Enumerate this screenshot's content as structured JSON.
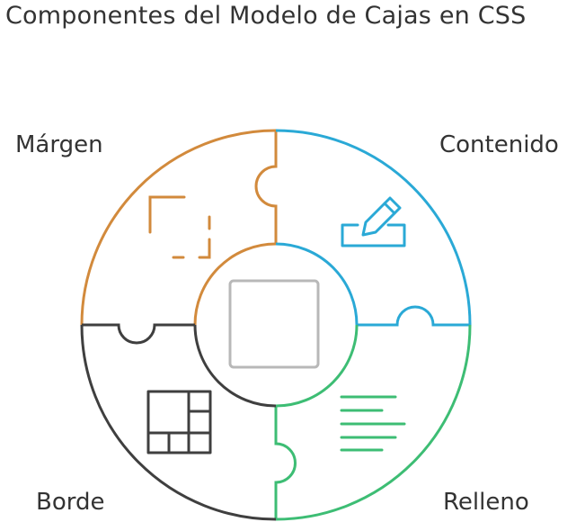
{
  "title": "Componentes del Modelo de Cajas en CSS",
  "labels": {
    "margin": "Márgen",
    "content": "Contenido",
    "border": "Borde",
    "padding": "Relleno"
  },
  "colors": {
    "margin": "#d28a3c",
    "content": "#2aa9d6",
    "border": "#3f3f3f",
    "padding": "#3dbd74",
    "center_box": "#b8b8b8",
    "text": "#333333"
  },
  "icons": {
    "margin": "dashed-square-icon",
    "content": "edit-pencil-icon",
    "border": "grid-layout-icon",
    "padding": "text-lines-icon",
    "center": "square-icon"
  }
}
